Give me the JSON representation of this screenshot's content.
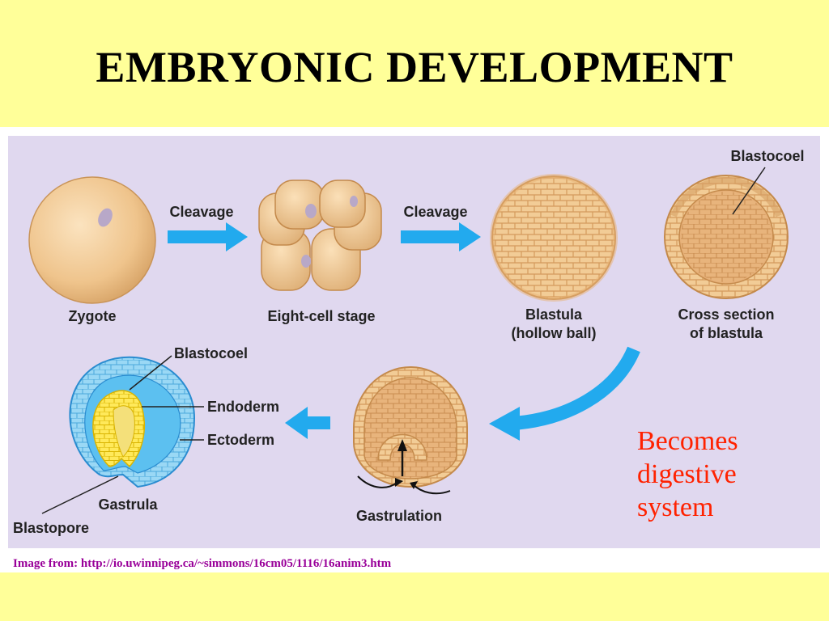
{
  "slide": {
    "title": "EMBRYONIC DEVELOPMENT",
    "note_lines": [
      "Becomes",
      "digestive",
      "system"
    ],
    "credit": "Image from: http://io.uwinnipeg.ca/~simmons/16cm05/1116/16anim3.htm"
  },
  "diagram": {
    "stages": {
      "zygote": "Zygote",
      "eight_cell": "Eight-cell stage",
      "blastula_1": "Blastula",
      "blastula_2": "(hollow ball)",
      "cross_1": "Cross section",
      "cross_2": "of blastula",
      "gastrulation": "Gastrulation",
      "gastrula": "Gastrula"
    },
    "arrows": {
      "cleavage_1": "Cleavage",
      "cleavage_2": "Cleavage"
    },
    "parts": {
      "blastocoel_top": "Blastocoel",
      "blastocoel_bottom": "Blastocoel",
      "endoderm": "Endoderm",
      "ectoderm": "Ectoderm",
      "blastopore": "Blastopore"
    },
    "colors": {
      "panel": "#e0d8ef",
      "arrow": "#22aaee",
      "cell": "#f0c890",
      "endoderm": "#ffee55",
      "ectoderm": "#66c8f0",
      "note": "#ff2200"
    }
  }
}
